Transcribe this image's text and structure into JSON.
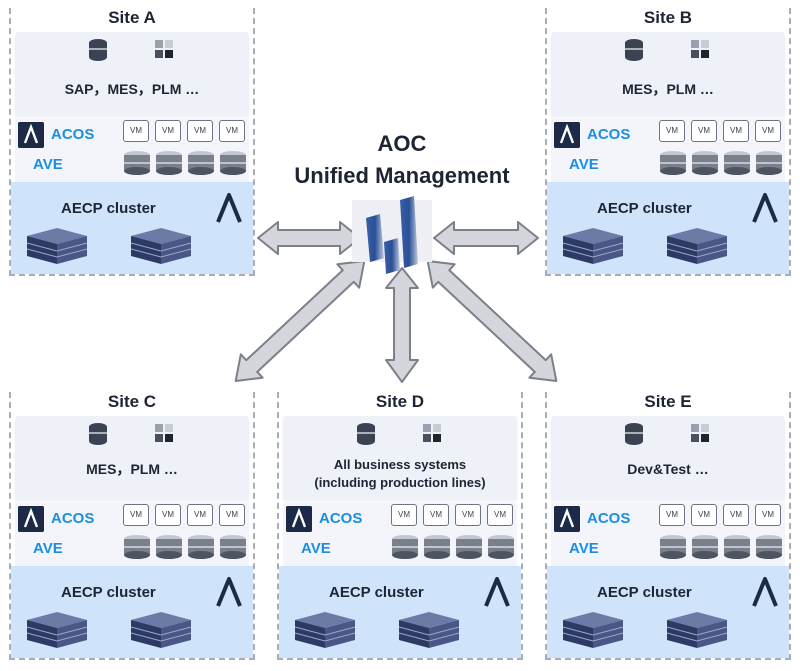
{
  "center": {
    "title_line1": "AOC",
    "title_line2": "Unified Management"
  },
  "sites": [
    {
      "title": "Site A",
      "apps": [
        "SAP，MES，PLM …"
      ],
      "acos": "ACOS",
      "ave": "AVE",
      "vm": [
        "VM",
        "VM",
        "VM",
        "VM"
      ],
      "cluster": "AECP cluster"
    },
    {
      "title": "Site B",
      "apps": [
        "MES，PLM …"
      ],
      "acos": "ACOS",
      "ave": "AVE",
      "vm": [
        "VM",
        "VM",
        "VM",
        "VM"
      ],
      "cluster": "AECP cluster"
    },
    {
      "title": "Site C",
      "apps": [
        "MES，PLM …"
      ],
      "acos": "ACOS",
      "ave": "AVE",
      "vm": [
        "VM",
        "VM",
        "VM",
        "VM"
      ],
      "cluster": "AECP cluster"
    },
    {
      "title": "Site D",
      "apps": [
        "All business systems",
        "(including production lines)"
      ],
      "acos": "ACOS",
      "ave": "AVE",
      "vm": [
        "VM",
        "VM",
        "VM",
        "VM"
      ],
      "cluster": "AECP cluster"
    },
    {
      "title": "Site E",
      "apps": [
        "Dev&Test …"
      ],
      "acos": "ACOS",
      "ave": "AVE",
      "vm": [
        "VM",
        "VM",
        "VM",
        "VM"
      ],
      "cluster": "AECP cluster"
    }
  ],
  "icons": {
    "database": "database-icon",
    "apps": "app-grid-icon",
    "logo": "arcfra-logo-icon",
    "server": "server-stack-icon",
    "disk": "disk-icon",
    "building": "aoc-building-icon"
  },
  "colors": {
    "accent": "#1a8fe0",
    "cluster_bg": "#cfe4fb",
    "navy": "#1c2a48",
    "arrow": "#8d9099"
  }
}
